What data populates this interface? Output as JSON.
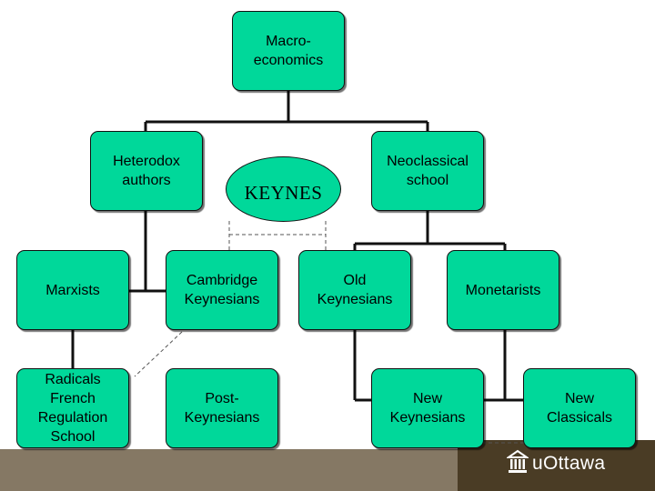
{
  "colors": {
    "node_fill": "#00d89a",
    "line": "#111111",
    "footer_bar": "#857864",
    "logo_box": "#4a3c25"
  },
  "nodes": {
    "macro": "Macro-\neconomics",
    "heterodox": "Heterodox\nauthors",
    "neoclassical": "Neoclassical\nschool",
    "keynes": "KEYNES",
    "marxists": "Marxists",
    "cambridge": "Cambridge\nKeynesians",
    "old_keynesians": "Old\nKeynesians",
    "monetarists": "Monetarists",
    "radicals": "Radicals\nFrench\nRegulation\nSchool",
    "post_keynesians": "Post-\nKeynesians",
    "new_keynesians": "New\nKeynesians",
    "new_classicals": "New\nClassicals"
  },
  "logo": {
    "text": "uOttawa",
    "icon": "university-building-icon"
  }
}
